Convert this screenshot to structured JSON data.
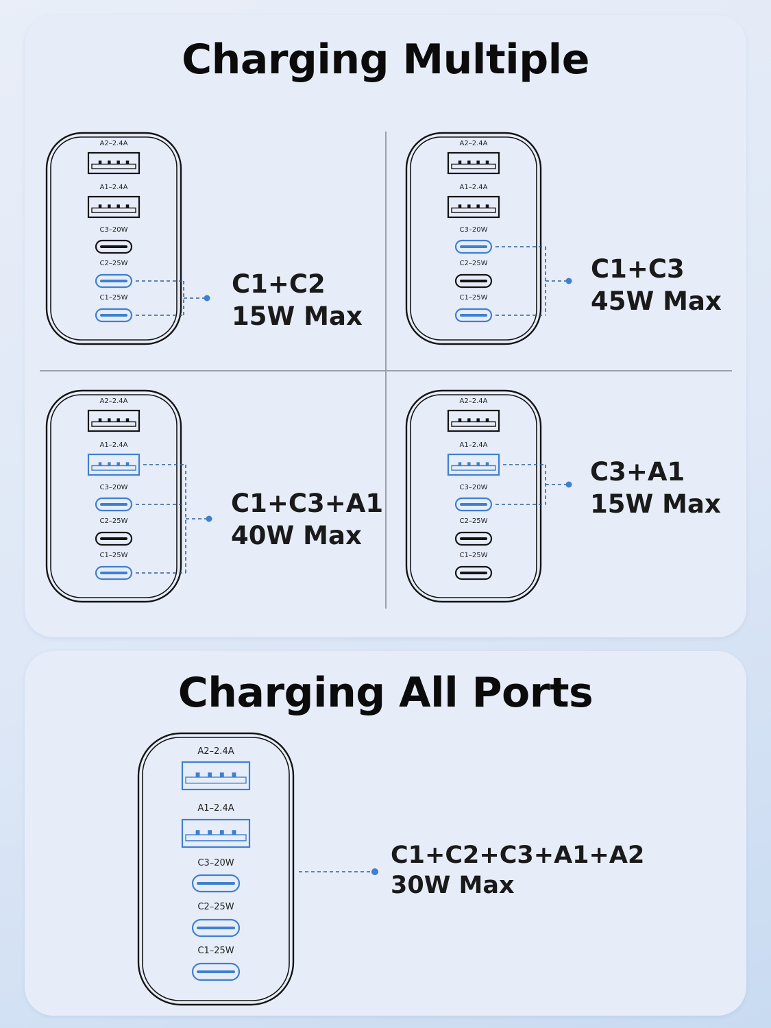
{
  "colors": {
    "accent": "#3f7fd0",
    "outline": "#141414",
    "connector": "#2f5f98",
    "panel": "#e6edf9"
  },
  "sections": [
    {
      "title": "Charging Multiple",
      "combos": [
        {
          "ports_highlighted": [
            "C2-25W",
            "C1-25W"
          ],
          "line1": "C1+C2",
          "line2": "15W Max"
        },
        {
          "ports_highlighted": [
            "C3-20W",
            "C1-25W"
          ],
          "line1": "C1+C3",
          "line2": "45W Max"
        },
        {
          "ports_highlighted": [
            "A1-2.4A",
            "C3-20W",
            "C1-25W"
          ],
          "line1": "C1+C3+A1",
          "line2": "40W Max"
        },
        {
          "ports_highlighted": [
            "A1-2.4A",
            "C3-20W"
          ],
          "line1": "C3+A1",
          "line2": "15W Max"
        }
      ]
    },
    {
      "title": "Charging All Ports",
      "combos": [
        {
          "ports_highlighted": [
            "A2-2.4A",
            "A1-2.4A",
            "C3-20W",
            "C2-25W",
            "C1-25W"
          ],
          "line1": "C1+C2+C3+A1+A2",
          "line2": "30W Max"
        }
      ]
    }
  ],
  "ports": [
    {
      "id": "A2-2.4A",
      "label": "A2–2.4A",
      "kind": "usb-a"
    },
    {
      "id": "A1-2.4A",
      "label": "A1–2.4A",
      "kind": "usb-a"
    },
    {
      "id": "C3-20W",
      "label": "C3–20W",
      "kind": "usb-c"
    },
    {
      "id": "C2-25W",
      "label": "C2–25W",
      "kind": "usb-c"
    },
    {
      "id": "C1-25W",
      "label": "C1–25W",
      "kind": "usb-c"
    }
  ]
}
